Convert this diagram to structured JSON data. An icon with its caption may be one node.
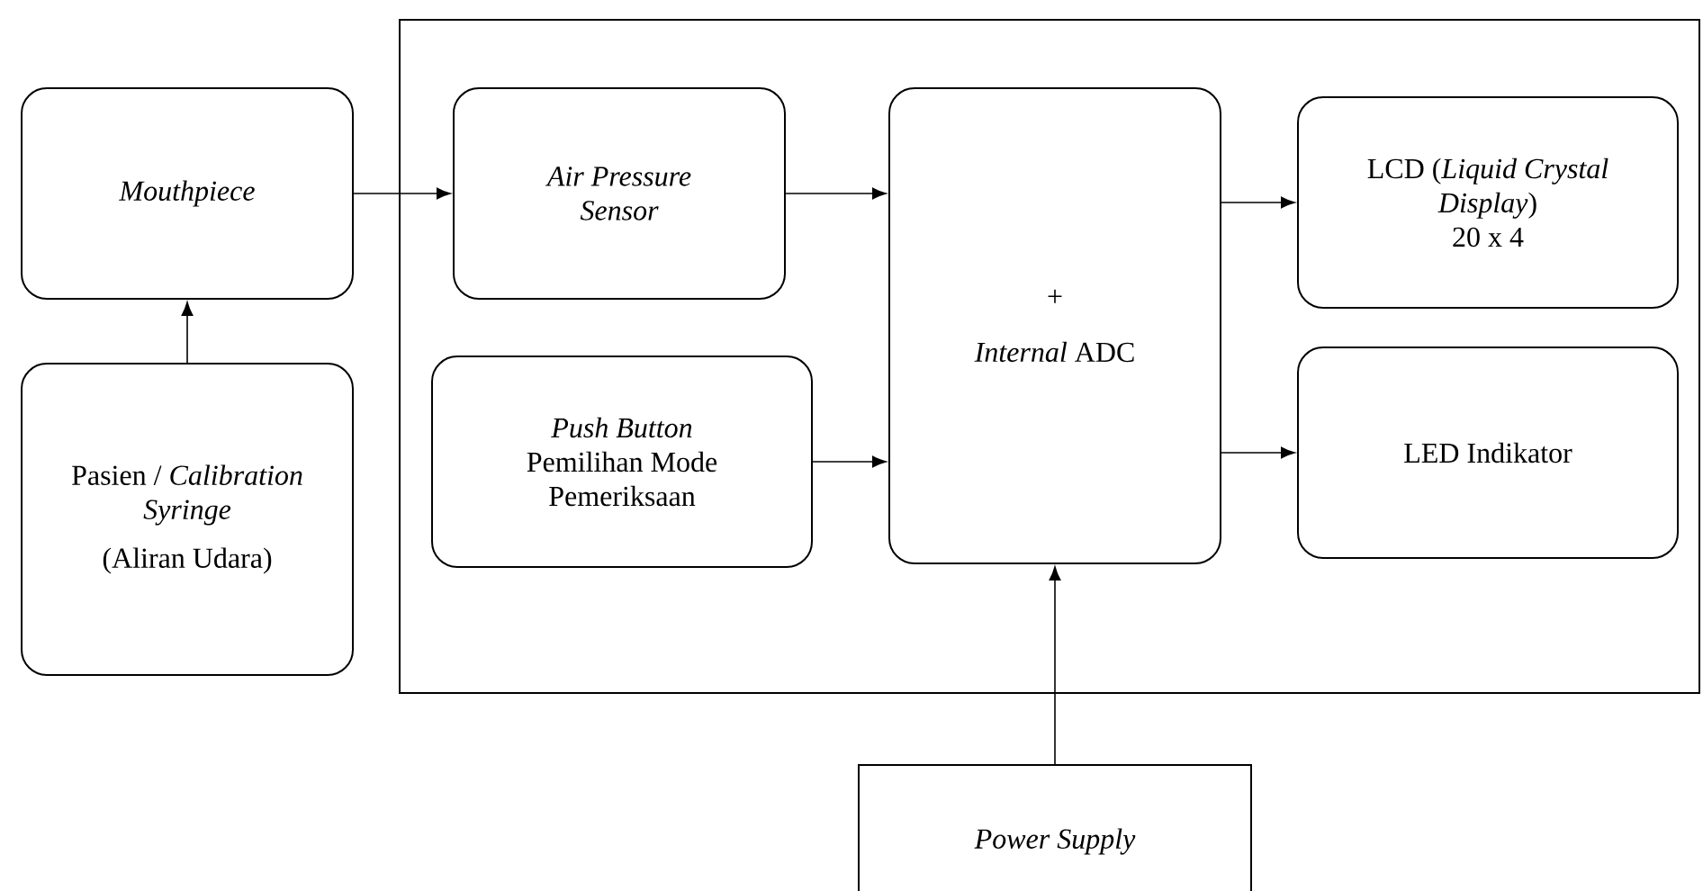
{
  "diagram": {
    "nodes": [
      {
        "text": [
          "Mouthpiece"
        ]
      },
      {
        "text": [
          "Pasien / *Calibration Syringe*",
          "(Aliran Udara)"
        ]
      },
      {
        "text": [],
        "shape": "box"
      },
      {
        "text": [
          "Air Pressure Sensor"
        ],
        "in": 2
      },
      {
        "text": [
          "Push Button",
          "Pemilihan Mode Pemeriksaan"
        ],
        "in": 2
      },
      {
        "text": [
          "+",
          "*Internal* ADC"
        ],
        "in": 2
      },
      {
        "text": [
          "LCD (*Liquid Crystal Display*)",
          "20 x 4"
        ],
        "in": 2
      },
      {
        "text": [
          "LED Indikator"
        ],
        "in": 2
      },
      {
        "text": [
          "Power Supply"
        ]
      }
    ],
    "edges": [
      {
        "from": 1,
        "to": 0,
        "arrow": "to"
      },
      {
        "from": 0,
        "to": 3,
        "arrow": "to"
      },
      {
        "from": 3,
        "to": 5,
        "arrow": "to"
      },
      {
        "from": 4,
        "to": 5,
        "arrow": "to"
      },
      {
        "from": 5,
        "to": 6,
        "arrow": "to"
      },
      {
        "from": 5,
        "to": 7,
        "arrow": "to"
      },
      {
        "from": 8,
        "to": 5,
        "arrow": "to"
      }
    ]
  }
}
